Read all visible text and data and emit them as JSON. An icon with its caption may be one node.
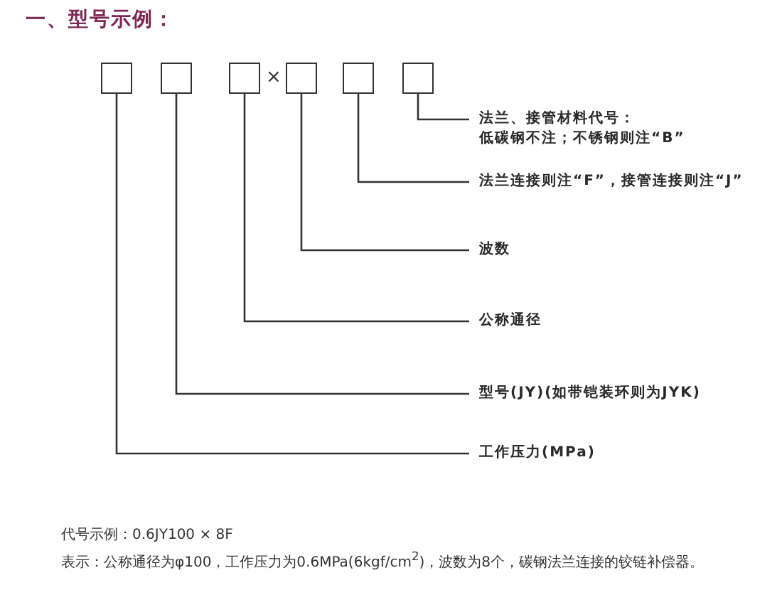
{
  "diagram": {
    "title": "一、型号示例：",
    "nodes": [
      {
        "text": [],
        "shape": "box"
      },
      {
        "text": [],
        "shape": "box"
      },
      {
        "text": [],
        "shape": "box"
      },
      {
        "text": [],
        "shape": "box"
      },
      {
        "text": [],
        "shape": "box"
      },
      {
        "text": [],
        "shape": "box"
      },
      {
        "text": [
          "法兰、接管材料代号：",
          "低碳钢不注；不锈钢则注“B”"
        ]
      },
      {
        "text": [
          "法兰连接则注“F”，接管连接则注“J”"
        ]
      },
      {
        "text": [
          "波数"
        ]
      },
      {
        "text": [
          "公称通径"
        ]
      },
      {
        "text": [
          "型号(JY)(如带铠装环则为JYK)"
        ]
      },
      {
        "text": [
          "工作压力(MPa)"
        ]
      }
    ],
    "edges": [
      {
        "from": 6,
        "to": 5,
        "arrow": "none"
      },
      {
        "from": 7,
        "to": 4,
        "arrow": "none"
      },
      {
        "from": 8,
        "to": 3,
        "arrow": "none"
      },
      {
        "from": 9,
        "to": 2,
        "arrow": "none"
      },
      {
        "from": 10,
        "to": 1,
        "arrow": "none"
      },
      {
        "from": 11,
        "to": 0,
        "arrow": "none"
      }
    ],
    "labels": [
      "×",
      "代号示例：0.6JY100 × 8F",
      "表示：公称通径为φ100，工作压力为0.6MPa(6kgf/cm$^{2}$)，波数为8个，碳钢法兰连接的铰链补偿器。"
    ]
  }
}
